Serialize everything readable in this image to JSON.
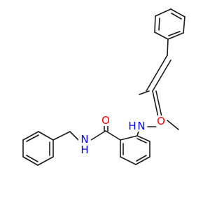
{
  "atoms": [
    {
      "id": "O1",
      "symbol": "O",
      "color": "#ff0000"
    },
    {
      "id": "N1",
      "symbol": "N",
      "hydrogen": "H",
      "color": "#0000ff"
    },
    {
      "id": "N2",
      "symbol": "N",
      "hydrogen": "H",
      "color": "#0000ff"
    },
    {
      "id": "O2",
      "symbol": "O",
      "color": "#ff0000"
    }
  ]
}
